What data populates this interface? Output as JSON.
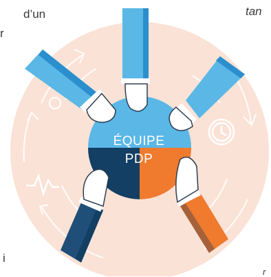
{
  "text_fragments": {
    "top_left": "d’un",
    "upper_left": "r",
    "top_right": "tan",
    "lower_left": "i",
    "bottom_right": "r"
  },
  "team_label": {
    "line1": "ÉQUIPE",
    "line2": "PDP"
  },
  "colors": {
    "background_disc": "#fbe2d6",
    "light_blue": "#5ab7e6",
    "light_blue_dark": "#2b8fcd",
    "dark_blue": "#123f63",
    "dark_blue_alt": "#1f4f78",
    "orange": "#f07a2e",
    "orange_dark": "#a5623a",
    "hand_white": "#ffffff",
    "hand_outline": "#2c3e50"
  }
}
